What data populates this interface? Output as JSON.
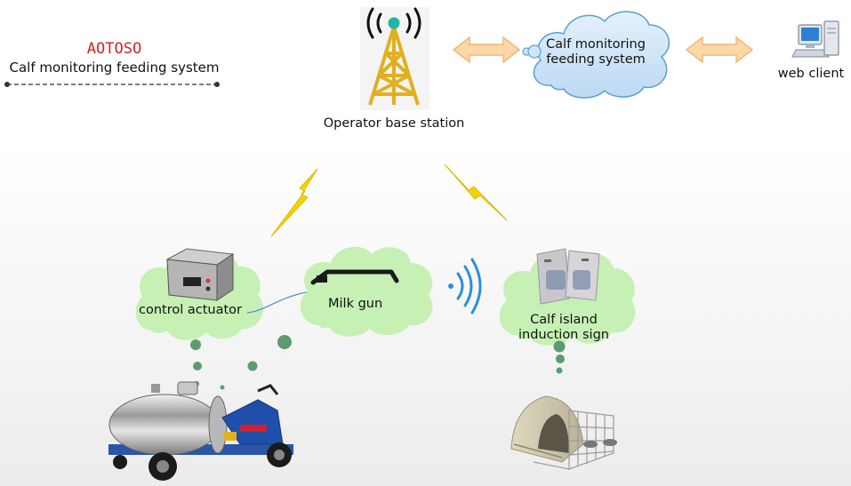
{
  "brand": "AOTOSO",
  "header_title": "Calf monitoring feeding system",
  "cloud_label_line1": "Calf monitoring",
  "cloud_label_line2": "feeding system",
  "web_client_label": "web client",
  "base_station_label": "Operator base station",
  "control_actuator_label": "control actuator",
  "milk_gun_label": "Milk gun",
  "calf_island_line1": "Calf island",
  "calf_island_line2": "induction sign",
  "colors": {
    "cloud_fill": "#cfe6f9",
    "cloud_stroke": "#5a9fd6",
    "green_cloud": "#c6f0b4",
    "tower": "#e0b020",
    "tower_top": "#1fb5a8",
    "arrow": "#fcd7a8",
    "arrow_stroke": "#eeb877",
    "lightning": "#f5d300",
    "wifi": "#2d8fd9",
    "dots": "#5e9a70",
    "brand": "#d42020"
  }
}
